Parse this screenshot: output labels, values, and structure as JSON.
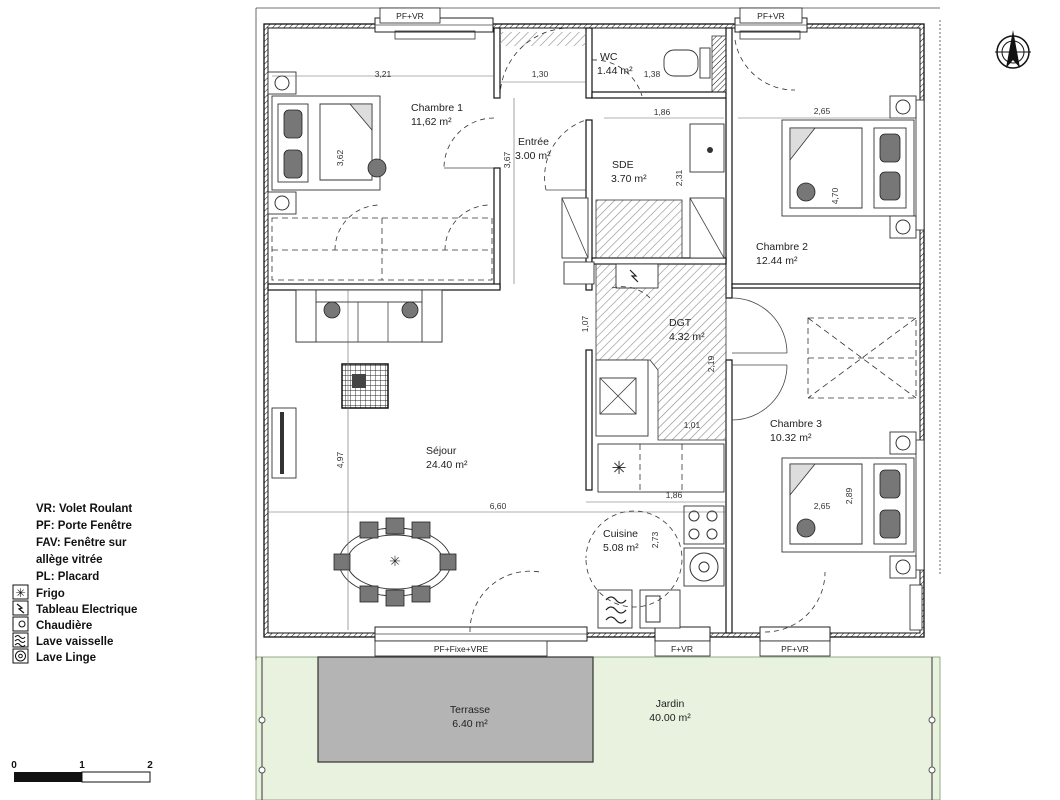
{
  "rooms": {
    "wc": {
      "name": "WC",
      "area": "1.44 m²"
    },
    "chambre1": {
      "name": "Chambre 1",
      "area": "11,62 m²"
    },
    "entree": {
      "name": "Entrée",
      "area": "3.00 m²"
    },
    "sde": {
      "name": "SDE",
      "area": "3.70 m²"
    },
    "chambre2": {
      "name": "Chambre 2",
      "area": "12.44 m²"
    },
    "dgt": {
      "name": "DGT",
      "area": "4.32 m²"
    },
    "chambre3": {
      "name": "Chambre 3",
      "area": "10.32 m²"
    },
    "sejour": {
      "name": "Séjour",
      "area": "24.40 m²"
    },
    "cuisine": {
      "name": "Cuisine",
      "area": "5.08 m²"
    },
    "terrasse": {
      "name": "Terrasse",
      "area": "6.40 m²"
    },
    "jardin": {
      "name": "Jardin",
      "area": "40.00 m²"
    }
  },
  "dimensions": {
    "d_321": "3,21",
    "d_130": "1,30",
    "d_138": "1,38",
    "d_186_top": "1,86",
    "d_362": "3,62",
    "d_367": "3,67",
    "d_231": "2,31",
    "d_265_top": "2,65",
    "d_470": "4,70",
    "d_107": "1,07",
    "d_219": "2,19",
    "d_101": "1,01",
    "d_497": "4,97",
    "d_660": "6,60",
    "d_186_mid": "1,86",
    "d_273": "2,73",
    "d_265_mid": "2,65",
    "d_289": "2,89"
  },
  "windows": {
    "top_left": "PF+VR",
    "top_right": "PF+VR",
    "bottom_terrace": "PF+Fixe+VRE",
    "bottom_kitchen": "F+VR",
    "bottom_right": "PF+VR"
  },
  "legend": {
    "vr": "VR: Volet Roulant",
    "pf": "PF: Porte Fenêtre",
    "fav_1": "FAV: Fenêtre sur",
    "fav_2": "allège vitrée",
    "pl": "PL: Placard",
    "frigo": "Frigo",
    "tableau": "Tableau Electrique",
    "chaudiere": "Chaudière",
    "lave_vaisselle": "Lave vaisselle",
    "lave_linge": "Lave Linge"
  },
  "scale": {
    "s0": "0",
    "s1": "1",
    "s2": "2"
  },
  "icons": {
    "compass": "north-arrow-icon"
  },
  "colors": {
    "garden": "#e8f2df",
    "terrace": "#b4b4b4",
    "hatch": "#9a9a9a",
    "wall": "#111111"
  }
}
